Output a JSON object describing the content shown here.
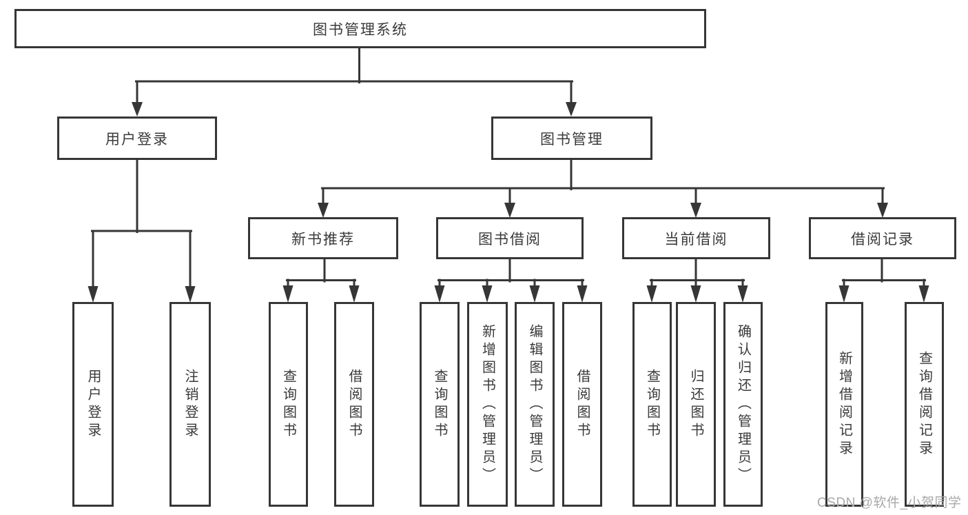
{
  "diagram": {
    "root": {
      "label": "图书管理系统"
    },
    "level2": [
      {
        "label": "用户登录"
      },
      {
        "label": "图书管理"
      }
    ],
    "level3": [
      {
        "label": "新书推荐"
      },
      {
        "label": "图书借阅"
      },
      {
        "label": "当前借阅"
      },
      {
        "label": "借阅记录"
      }
    ],
    "level4": [
      {
        "label": "用户登录"
      },
      {
        "label": "注销登录"
      },
      {
        "label": "查询图书"
      },
      {
        "label": "借阅图书"
      },
      {
        "label": "查询图书"
      },
      {
        "label": "新增图书（管理员）"
      },
      {
        "label": "编辑图书（管理员）"
      },
      {
        "label": "借阅图书"
      },
      {
        "label": "查询图书"
      },
      {
        "label": "归还图书"
      },
      {
        "label": "确认归还（管理员）"
      },
      {
        "label": "新增借阅记录"
      },
      {
        "label": "查询借阅记录"
      }
    ],
    "watermark": "CSDN @软件_小贺同学",
    "colors": {
      "line": "#363636",
      "text": "#3a3a3a",
      "box_background": "#ffffff",
      "watermark": "#a8a8a8"
    }
  }
}
